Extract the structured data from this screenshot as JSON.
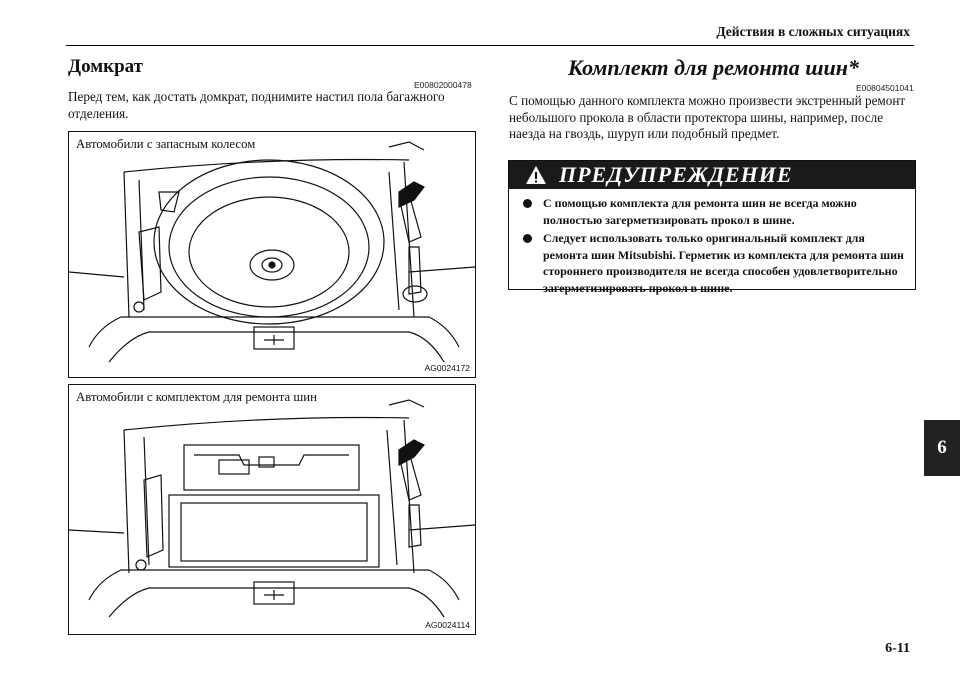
{
  "header": {
    "title": "Действия в сложных ситуациях"
  },
  "left": {
    "title": "Домкрат",
    "code": "E00802000478",
    "paragraph": "Перед тем, как достать домкрат, поднимите настил пола багажного отделения.",
    "figures": [
      {
        "caption": "Автомобили с запасным колесом",
        "code": "AG0024172"
      },
      {
        "caption": "Автомобили с комплектом для ремонта шин",
        "code": "AG0024114"
      }
    ]
  },
  "right": {
    "title": "Комплект для ремонта шин*",
    "code": "E00804501041",
    "paragraph": "С помощью данного комплекта можно произвести экстренный ремонт небольшого прокола в области протектора шины, например, после наезда на гвоздь, шуруп или подобный предмет.",
    "warning": {
      "title": "ПРЕДУПРЕЖДЕНИЕ",
      "items": [
        "С помощью комплекта для ремонта шин не всегда можно полностью загерметизировать прокол в шине.",
        "Следует использовать только оригинальный комплект для ремонта шин Mitsubishi. Герметик из комплекта для ремонта шин стороннего производителя не всегда способен удовлетворительно загерметизировать прокол в шине."
      ]
    }
  },
  "chapter_tab": "6",
  "page_number": "6-11"
}
